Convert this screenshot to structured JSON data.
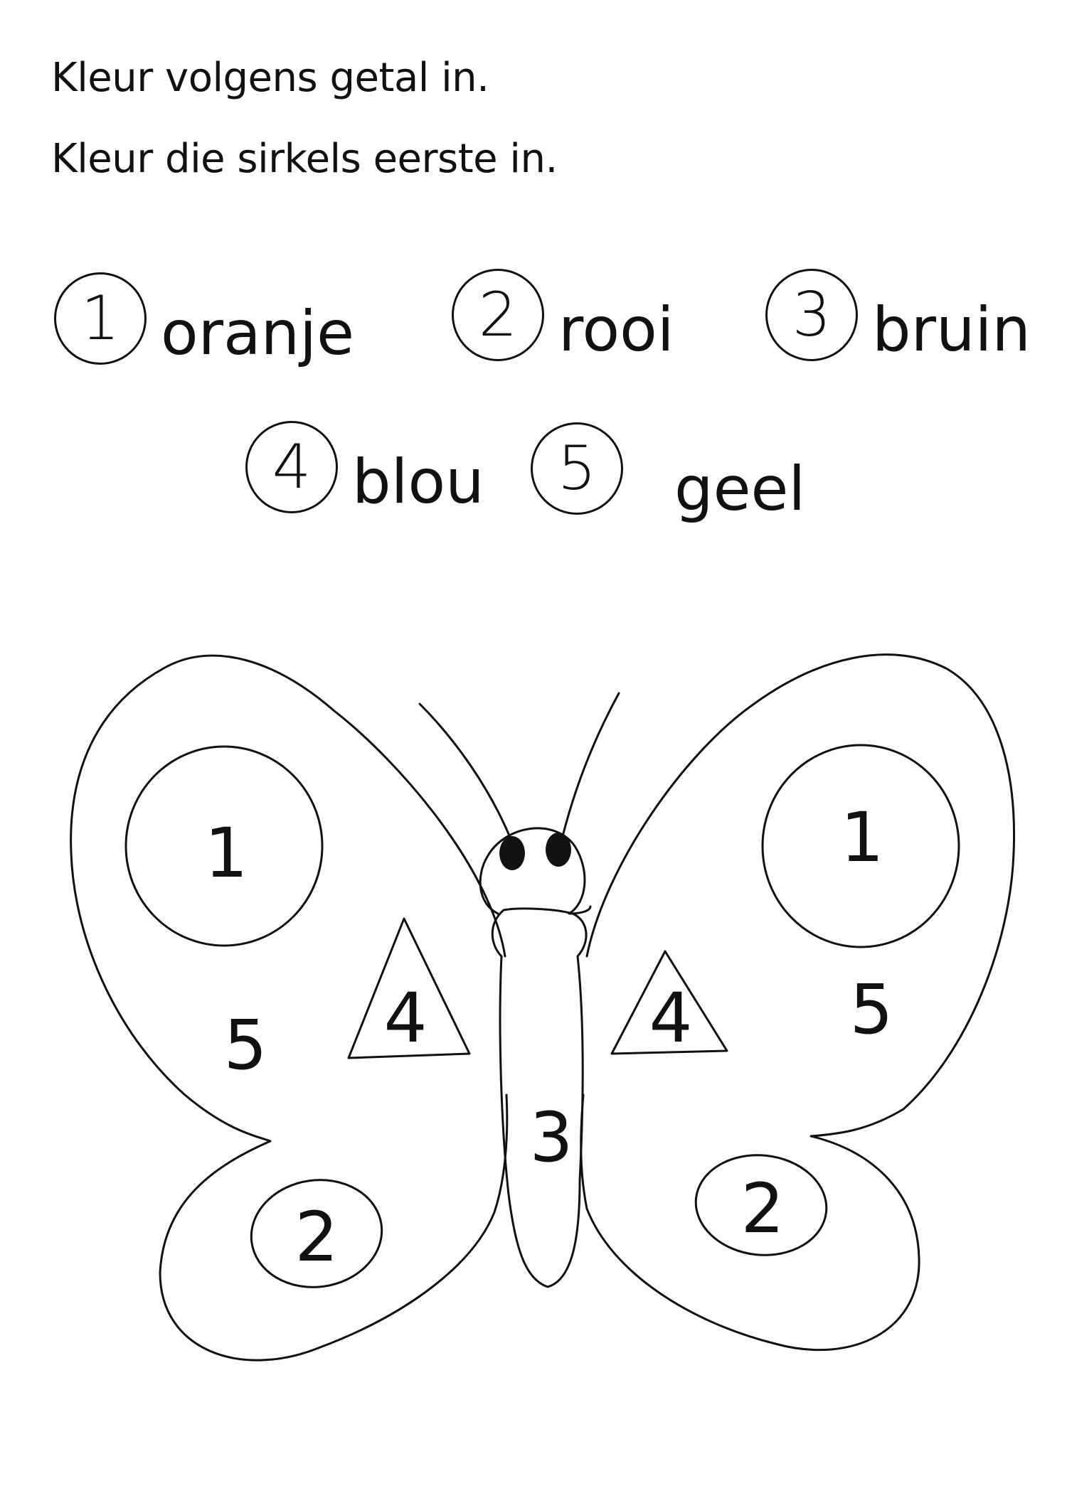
{
  "instructions": {
    "line1": "Kleur volgens getal in.",
    "line2": "Kleur die sirkels eerste in."
  },
  "color_key": [
    {
      "number": "1",
      "color": "oranje"
    },
    {
      "number": "2",
      "color": "rooi"
    },
    {
      "number": "3",
      "color": "bruin"
    },
    {
      "number": "4",
      "color": "blou"
    },
    {
      "number": "5",
      "color": "geel"
    }
  ],
  "butterfly": {
    "left_upper_circle": "1",
    "right_upper_circle": "1",
    "left_wing_fill": "5",
    "right_wing_fill": "5",
    "left_triangle": "4",
    "right_triangle": "4",
    "body": "3",
    "left_lower_oval": "2",
    "right_lower_oval": "2"
  }
}
